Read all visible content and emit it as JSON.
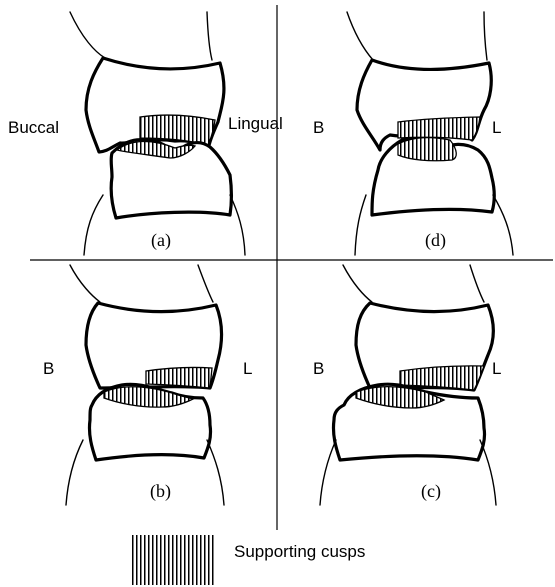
{
  "panels": {
    "a": {
      "caption": "(a)",
      "buccal_label": "Buccal",
      "lingual_label": "Lingual"
    },
    "b": {
      "caption": "(b)",
      "buccal_label": "B",
      "lingual_label": "L"
    },
    "c": {
      "caption": "(c)",
      "buccal_label": "B",
      "lingual_label": "L"
    },
    "d": {
      "caption": "(d)",
      "buccal_label": "B",
      "lingual_label": "L"
    }
  },
  "legend": {
    "label": "Supporting cusps"
  }
}
